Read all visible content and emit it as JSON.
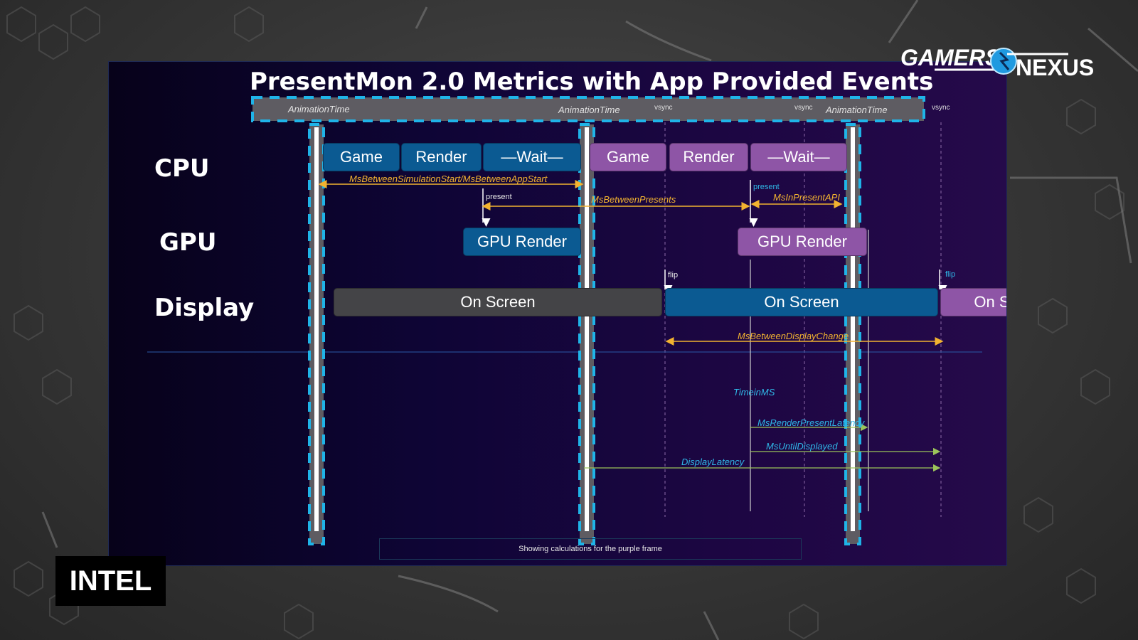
{
  "slide": {
    "title": "PresentMon 2.0 Metrics with App Provided Events",
    "caption": "Showing calculations for the purple frame"
  },
  "timeline_header": {
    "animation_time_labels": [
      "AnimationTime",
      "AnimationTime",
      "AnimationTime"
    ],
    "vsync_labels": [
      "vsync",
      "vsync",
      "vsync"
    ]
  },
  "rows": {
    "cpu": "CPU",
    "gpu": "GPU",
    "display": "Display"
  },
  "cpu_blocks": [
    {
      "label": "Game",
      "frame": "blue"
    },
    {
      "label": "Render",
      "frame": "blue"
    },
    {
      "label": "—Wait—",
      "frame": "blue"
    },
    {
      "label": "Game",
      "frame": "purple"
    },
    {
      "label": "Render",
      "frame": "purple"
    },
    {
      "label": "—Wait—",
      "frame": "purple"
    }
  ],
  "gpu_blocks": [
    {
      "label": "GPU Render",
      "frame": "blue"
    },
    {
      "label": "GPU Render",
      "frame": "purple"
    }
  ],
  "display_blocks": [
    {
      "label": "On Screen",
      "frame": "gray"
    },
    {
      "label": "On Screen",
      "frame": "blue"
    },
    {
      "label": "On Screen",
      "frame": "purple"
    }
  ],
  "events": {
    "present_1": "present",
    "present_2": "present",
    "flip_1": "flip",
    "flip_2": "flip"
  },
  "metrics": {
    "sim_start": "MsBetweenSimulationStart/MsBetweenAppStart",
    "between_presents": "MsBetweenPresents",
    "in_present_api": "MsInPresentAPI",
    "between_display_change": "MsBetweenDisplayChange",
    "time_in_ms": "TimeinMS",
    "render_present_latency": "MsRenderPresentLatency",
    "until_displayed": "MsUntilDisplayed",
    "display_latency": "DisplayLatency"
  },
  "colors": {
    "blue_frame": "#0b5a92",
    "purple_frame": "#8e55a6",
    "gray_frame": "#444447",
    "metric_yellow": "#f2b330",
    "metric_cyan": "#2fb6e6",
    "metric_green": "#9bc45a",
    "dash_cyan": "#1fb4e8"
  },
  "branding": {
    "channel_logo": "GAMERS NEXUS",
    "source_label": "INTEL"
  }
}
